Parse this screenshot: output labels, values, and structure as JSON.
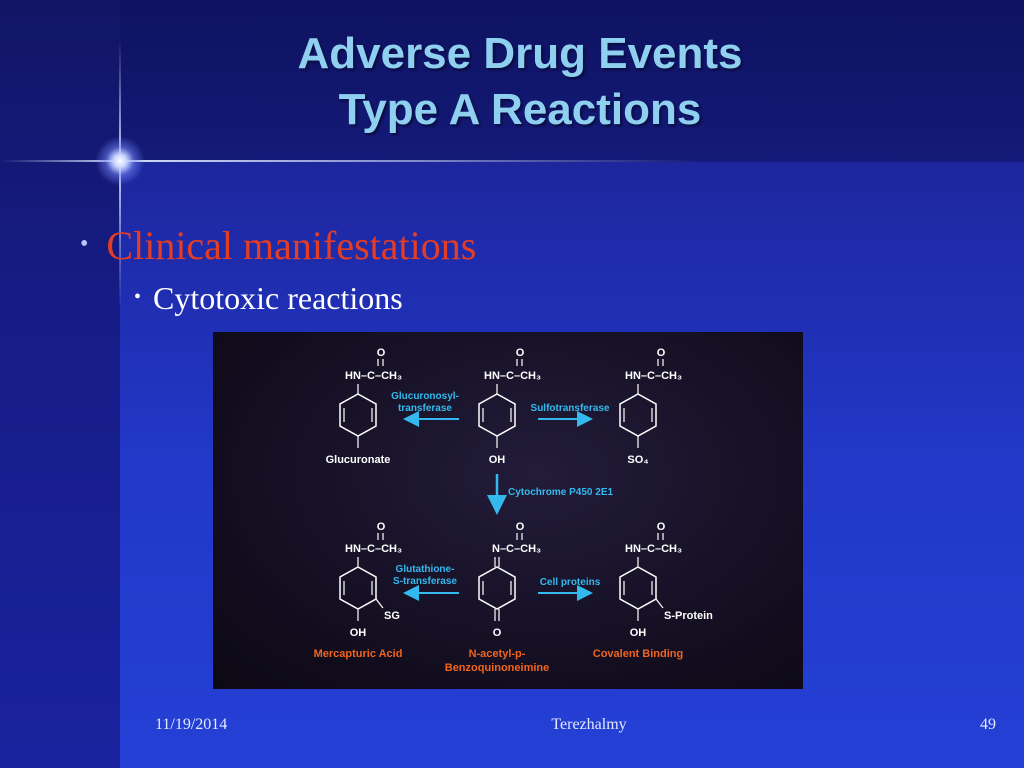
{
  "slide": {
    "title_line1": "Adverse Drug Events",
    "title_line2": "Type A Reactions",
    "bullet1": "Clinical manifestations",
    "bullet2": "Cytotoxic reactions",
    "footer_date": "11/19/2014",
    "footer_author": "Terezhalmy",
    "footer_page": "49",
    "colors": {
      "title": "#8fd0f0",
      "bullet1": "#e33d26",
      "diagram_cyan": "#34b9ef",
      "diagram_orange": "#f0641e"
    }
  },
  "diagram": {
    "structures": {
      "top_left": {
        "head": "HN–C–CH₃",
        "oxygen": "O",
        "substituent": "Glucuronate"
      },
      "top_center": {
        "head": "HN–C–CH₃",
        "oxygen": "O",
        "substituent": "OH"
      },
      "top_right": {
        "head": "HN–C–CH₃",
        "oxygen": "O",
        "substituent": "SO₄"
      },
      "bottom_left": {
        "head": "HN–C–CH₃",
        "oxygen": "O",
        "side_group": "SG",
        "substituent": "OH"
      },
      "bottom_center": {
        "head": "N–C–CH₃",
        "oxygen": "O",
        "substituent": "O"
      },
      "bottom_right": {
        "head": "HN–C–CH₃",
        "oxygen": "O",
        "side_group": "S-Protein",
        "substituent": "OH"
      }
    },
    "enzymes": {
      "glucuronosyl_line1": "Glucuronosyl-",
      "glucuronosyl_line2": "transferase",
      "sulfotransferase": "Sulfotransferase",
      "cyp": "Cytochrome P450 2E1",
      "gst_line1": "Glutathione-",
      "gst_line2": "S-transferase",
      "cell_proteins": "Cell proteins"
    },
    "products": {
      "mercapturic": "Mercapturic Acid",
      "napqi_line1": "N-acetyl-p-",
      "napqi_line2": "Benzoquinoneimine",
      "covalent": "Covalent Binding"
    }
  }
}
